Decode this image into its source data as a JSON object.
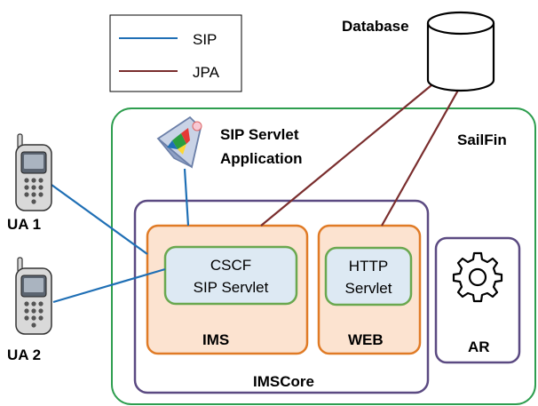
{
  "legend": {
    "items": [
      {
        "label": "SIP",
        "color": "#1f6fb5"
      },
      {
        "label": "JPA",
        "color": "#7a2e2e"
      }
    ]
  },
  "labels": {
    "database": "Database",
    "sip_servlet_app_line1": "SIP Servlet",
    "sip_servlet_app_line2": "Application",
    "sailfin": "SailFin",
    "ua1": "UA 1",
    "ua2": "UA 2",
    "cscf_line1": "CSCF",
    "cscf_line2": "SIP Servlet",
    "http_line1": "HTTP",
    "http_line2": "Servlet",
    "ims": "IMS",
    "web": "WEB",
    "ar": "AR",
    "imscore": "IMSCore"
  },
  "colors": {
    "sip": "#1f6fb5",
    "jpa": "#7a2e2e",
    "sailfin_border": "#2e9e4f",
    "imscore_border": "#5b4a82",
    "ims_fill": "#fce3d0",
    "ims_border": "#e07b26",
    "servlet_fill": "#dde9f3",
    "servlet_border": "#6aa84f"
  },
  "icons": {
    "database": "database-cylinder-icon",
    "phone": "mobile-phone-icon",
    "gear": "gear-icon",
    "app": "prism-application-icon"
  }
}
